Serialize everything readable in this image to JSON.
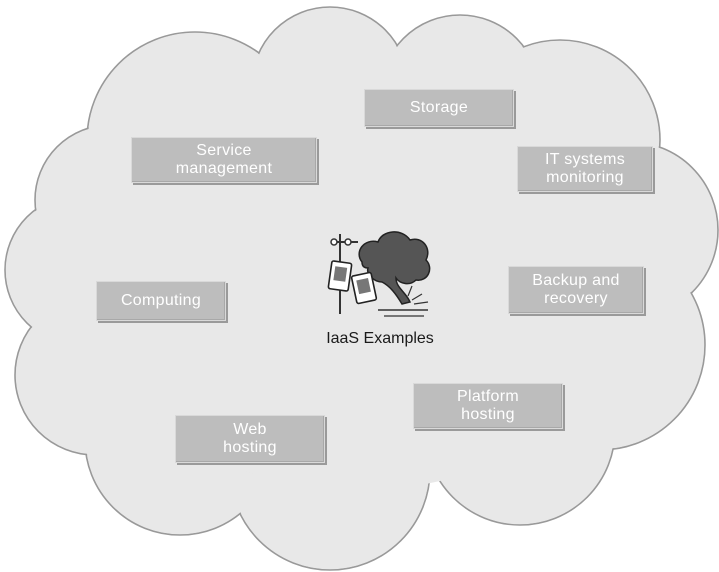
{
  "diagram": {
    "center": {
      "label": "IaaS Examples",
      "icon": "cloud-devices-icon"
    },
    "items": [
      {
        "label": "Storage"
      },
      {
        "label": "Service\nmanagement"
      },
      {
        "label": "IT systems\nmonitoring"
      },
      {
        "label": "Computing"
      },
      {
        "label": "Backup and\nrecovery"
      },
      {
        "label": "Platform\nhosting"
      },
      {
        "label": "Web\nhosting"
      }
    ],
    "colors": {
      "cloud_fill": "#e8e8e8",
      "cloud_stroke": "#999999",
      "box_fill": "#bdbdbd",
      "box_text": "#ffffff",
      "label_text": "#1a1a1a"
    }
  }
}
